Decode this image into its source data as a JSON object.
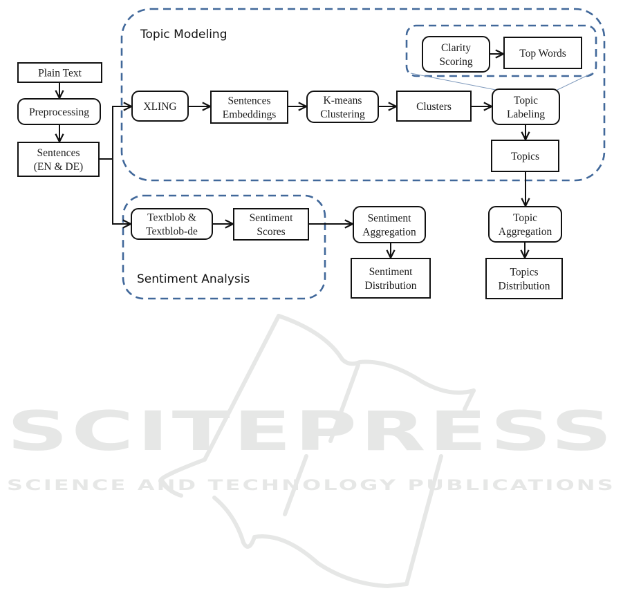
{
  "colors": {
    "group_border": "#41689a",
    "node_border": "#111111",
    "edge": "#111111",
    "watermark": "#e6e7e6",
    "callout_line": "#7d98bb"
  },
  "groups": {
    "topic_modeling": {
      "label": "Topic Modeling"
    },
    "sentiment_analysis": {
      "label": "Sentiment Analysis"
    },
    "topic_labeling_detail": {
      "label": ""
    }
  },
  "nodes": {
    "plain_text": {
      "lines": [
        "Plain Text"
      ],
      "shape": "rect"
    },
    "preprocessing": {
      "lines": [
        "Preprocessing"
      ],
      "shape": "rounded"
    },
    "sentences": {
      "lines": [
        "Sentences",
        "(EN & DE)"
      ],
      "shape": "rect"
    },
    "xling": {
      "lines": [
        "XLING"
      ],
      "shape": "rounded"
    },
    "sentence_embeddings": {
      "lines": [
        "Sentences",
        "Embeddings"
      ],
      "shape": "rect"
    },
    "kmeans": {
      "lines": [
        "K-means",
        "Clustering"
      ],
      "shape": "rounded"
    },
    "clusters": {
      "lines": [
        "Clusters"
      ],
      "shape": "rect"
    },
    "topic_labeling": {
      "lines": [
        "Topic",
        "Labeling"
      ],
      "shape": "rounded"
    },
    "topics": {
      "lines": [
        "Topics"
      ],
      "shape": "rect"
    },
    "clarity_scoring": {
      "lines": [
        "Clarity",
        "Scoring"
      ],
      "shape": "rounded"
    },
    "top_words": {
      "lines": [
        "Top Words"
      ],
      "shape": "rect"
    },
    "textblob": {
      "lines": [
        "Textblob &",
        "Textblob-de"
      ],
      "shape": "rounded"
    },
    "sentiment_scores": {
      "lines": [
        "Sentiment",
        "Scores"
      ],
      "shape": "rect"
    },
    "sentiment_aggregation": {
      "lines": [
        "Sentiment",
        "Aggregation"
      ],
      "shape": "rounded"
    },
    "sentiment_distribution": {
      "lines": [
        "Sentiment",
        "Distribution"
      ],
      "shape": "rect"
    },
    "topic_aggregation": {
      "lines": [
        "Topic",
        "Aggregation"
      ],
      "shape": "rounded"
    },
    "topics_distribution": {
      "lines": [
        "Topics",
        "Distribution"
      ],
      "shape": "rect"
    }
  },
  "edges": [
    {
      "from": "plain_text",
      "to": "preprocessing"
    },
    {
      "from": "preprocessing",
      "to": "sentences"
    },
    {
      "from": "sentences",
      "to": "xling"
    },
    {
      "from": "sentences",
      "to": "textblob"
    },
    {
      "from": "xling",
      "to": "sentence_embeddings"
    },
    {
      "from": "sentence_embeddings",
      "to": "kmeans"
    },
    {
      "from": "kmeans",
      "to": "clusters"
    },
    {
      "from": "clusters",
      "to": "topic_labeling"
    },
    {
      "from": "clarity_scoring",
      "to": "top_words"
    },
    {
      "from": "topic_labeling",
      "to": "topics"
    },
    {
      "from": "topics",
      "to": "topic_aggregation"
    },
    {
      "from": "topic_aggregation",
      "to": "topics_distribution"
    },
    {
      "from": "textblob",
      "to": "sentiment_scores"
    },
    {
      "from": "sentiment_scores",
      "to": "sentiment_aggregation"
    },
    {
      "from": "sentiment_aggregation",
      "to": "sentiment_distribution"
    }
  ],
  "watermark": {
    "title": "SCITEPRESS",
    "subtitle": "SCIENCE AND TECHNOLOGY PUBLICATIONS"
  }
}
